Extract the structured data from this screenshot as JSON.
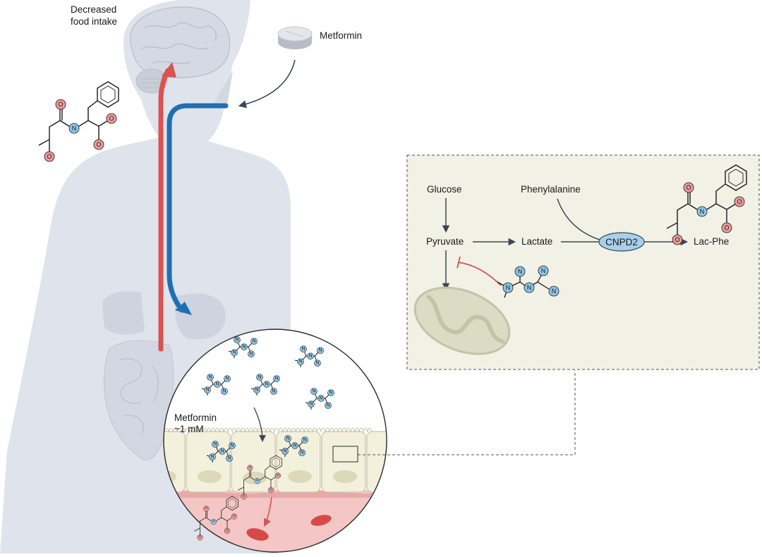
{
  "labels": {
    "food_intake_line1": "Decreased",
    "food_intake_line2": "food intake",
    "metformin": "Metformin",
    "metformin_conc_line1": "Metformin",
    "metformin_conc_line2": "~1 mM"
  },
  "pathway": {
    "glucose": "Glucose",
    "phenylalanine": "Phenylalanine",
    "pyruvate": "Pyruvate",
    "lactate": "Lactate",
    "enzyme": "CNPD2",
    "product": "Lac-Phe"
  },
  "atoms": {
    "oxygen": "O",
    "nitrogen": "N"
  },
  "colors": {
    "body": "#dfe3ec",
    "organ": "#d3d7e1",
    "red_arrow": "#d9534f",
    "blue_arrow": "#1f6fb2",
    "box_fill": "#f1f1e6",
    "enzyme_fill": "#a9cfea",
    "n_atom": "#8fc6ea",
    "o_atom": "#ef9a9a",
    "cell_fill": "#f3f0dc",
    "nucleus": "#ddd8b8",
    "blood": "#f4c6c6",
    "rbc": "#d94848",
    "mito": "#dcdcc4"
  }
}
